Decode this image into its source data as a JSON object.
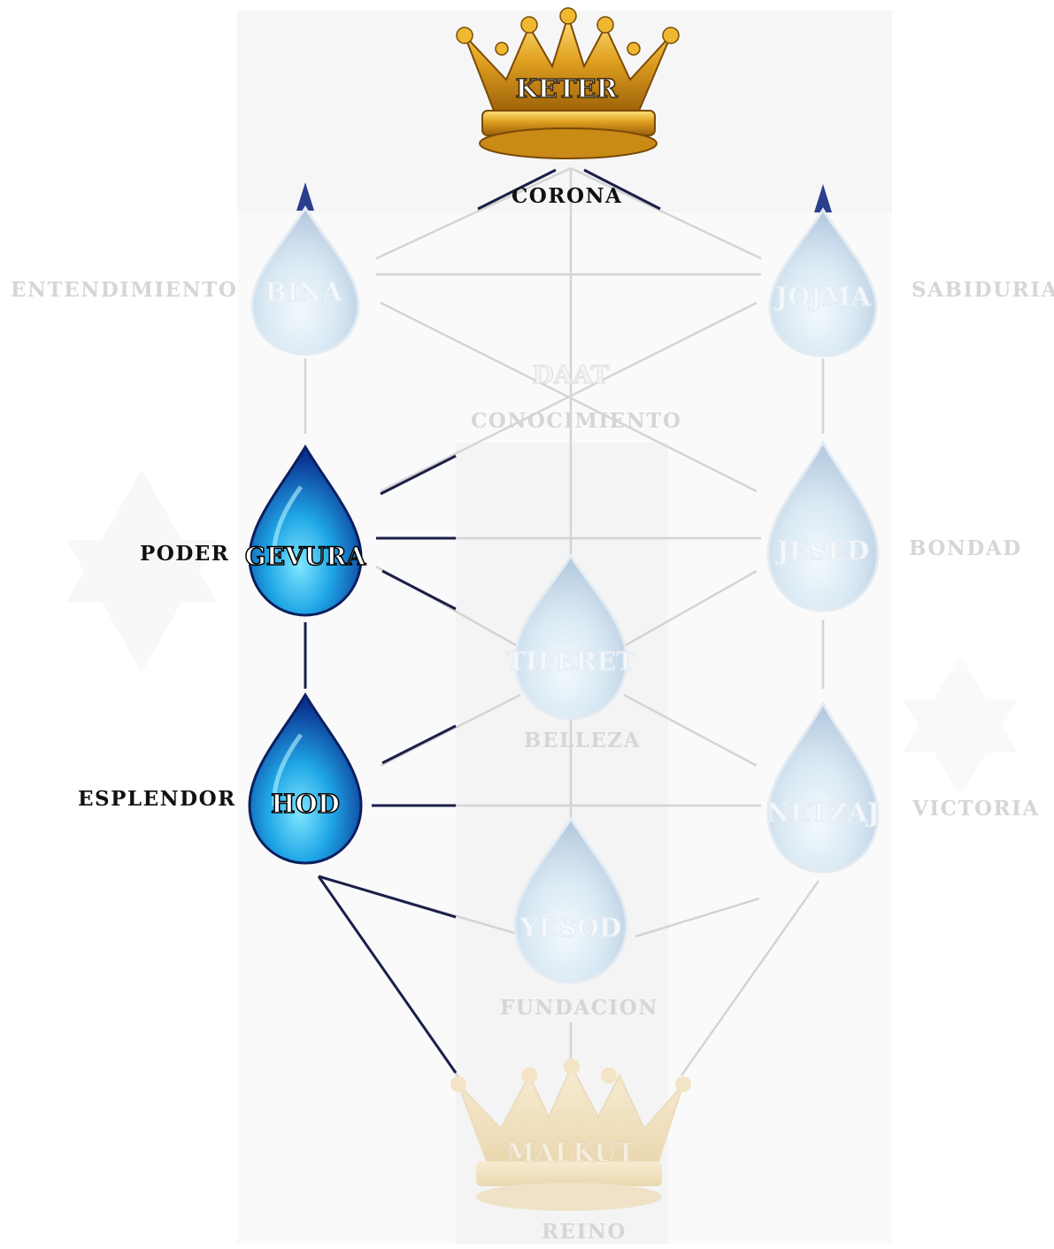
{
  "colors": {
    "line_faded": "#d4d4d4",
    "line_dark": "#1a1f4a",
    "label_faded": "#d6d6d6",
    "label_dark": "#111111",
    "drop_active": "#1e6fd9",
    "crown_gold": "#e0a020"
  },
  "sefirot": {
    "keter": {
      "name": "KETER",
      "label": "CORONA",
      "icon": "crown-icon",
      "active": true
    },
    "bina": {
      "name": "BINA",
      "label": "ENTENDIMIENTO",
      "icon": "drop-icon",
      "active": false
    },
    "jojma": {
      "name": "JOJMA",
      "label": "SABIDURIA",
      "icon": "drop-icon",
      "active": false
    },
    "daat": {
      "name": "DAAT",
      "label": "CONOCIMIENTO",
      "active": false
    },
    "gevura": {
      "name": "GEVURA",
      "label": "PODER",
      "icon": "drop-icon",
      "active": true
    },
    "jesed": {
      "name": "JESED",
      "label": "BONDAD",
      "icon": "drop-icon",
      "active": false
    },
    "tiferet": {
      "name": "TIFERET",
      "label": "BELLEZA",
      "icon": "drop-icon",
      "active": false
    },
    "hod": {
      "name": "HOD",
      "label": "ESPLENDOR",
      "icon": "drop-icon",
      "active": true
    },
    "netzaj": {
      "name": "NETZAJ",
      "label": "VICTORIA",
      "icon": "drop-icon",
      "active": false
    },
    "yesod": {
      "name": "YESOD",
      "label": "FUNDACION",
      "icon": "drop-icon",
      "active": false
    },
    "malkut": {
      "name": "MALKUT",
      "label": "REINO",
      "icon": "crown-icon",
      "active": false
    }
  }
}
